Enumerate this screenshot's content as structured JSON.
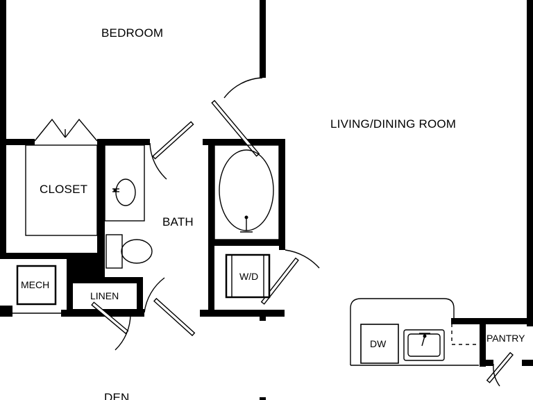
{
  "rooms": {
    "bedroom": "BEDROOM",
    "living_dining": "LIVING/DINING ROOM",
    "closet": "CLOSET",
    "bath": "BATH",
    "mech": "MECH",
    "linen": "LINEN",
    "den": "DEN",
    "pantry": "PANTRY"
  },
  "fixtures": {
    "washer_dryer": "W/D",
    "dishwasher": "DW"
  },
  "colors": {
    "wall": "#000000",
    "background": "#ffffff"
  }
}
